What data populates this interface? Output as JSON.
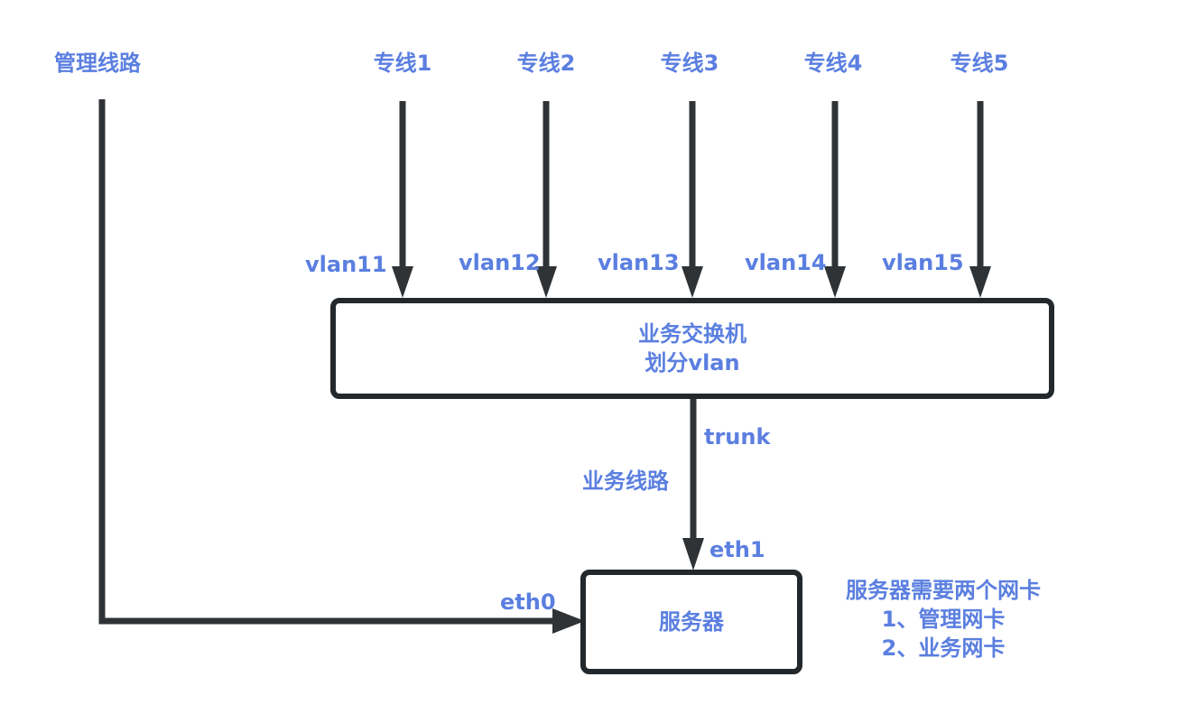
{
  "management_line": {
    "label": "管理线路"
  },
  "dedicated_lines": [
    {
      "label": "专线1",
      "vlan": "vlan11"
    },
    {
      "label": "专线2",
      "vlan": "vlan12"
    },
    {
      "label": "专线3",
      "vlan": "vlan13"
    },
    {
      "label": "专线4",
      "vlan": "vlan14"
    },
    {
      "label": "专线5",
      "vlan": "vlan15"
    }
  ],
  "switch": {
    "line1": "业务交换机",
    "line2": "划分vlan"
  },
  "business_line": {
    "trunk_label": "trunk",
    "label": "业务线路"
  },
  "server": {
    "label": "服务器",
    "eth1": "eth1",
    "eth0": "eth0"
  },
  "note": {
    "title": "服务器需要两个网卡",
    "items": [
      "1、管理网卡",
      "2、业务网卡"
    ]
  },
  "colors": {
    "line": "#303336",
    "text": "#5b7fe0",
    "box_border": "#23282c"
  }
}
